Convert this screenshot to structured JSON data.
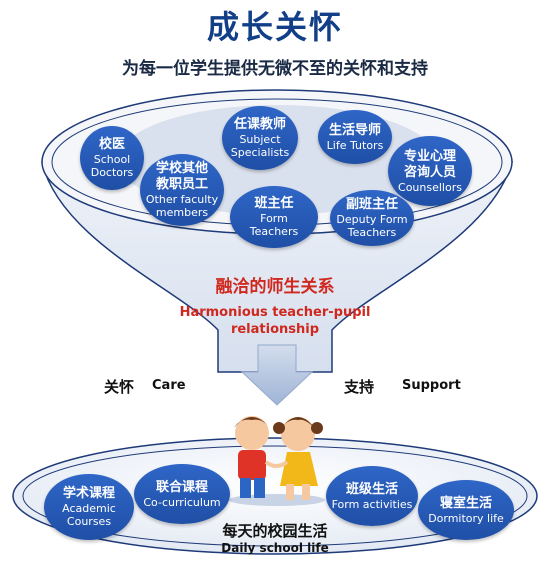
{
  "title": "成长关怀",
  "subtitle": "为每一位学生提供无微不至的关怀和支持",
  "funnel": {
    "roles": [
      {
        "zh": "校医",
        "en": "School\nDoctors"
      },
      {
        "zh": "学校其他\n教职员工",
        "en": "Other faculty\nmembers"
      },
      {
        "zh": "任课教师",
        "en": "Subject\nSpecialists"
      },
      {
        "zh": "生活导师",
        "en": "Life Tutors"
      },
      {
        "zh": "专业心理\n咨询人员",
        "en": "Counsellors"
      },
      {
        "zh": "班主任",
        "en": "Form\nTeachers"
      },
      {
        "zh": "副班主任",
        "en": "Deputy Form\nTeachers"
      }
    ],
    "relationship_zh": "融洽的师生关系",
    "relationship_en": "Harmonious teacher-pupil\nrelationship"
  },
  "care": {
    "zh": "关怀",
    "en": "Care"
  },
  "support": {
    "zh": "支持",
    "en": "Support"
  },
  "daily": {
    "items": [
      {
        "zh": "学术课程",
        "en": "Academic\nCourses"
      },
      {
        "zh": "联合课程",
        "en": "Co-curriculum"
      },
      {
        "zh": "班级生活",
        "en": "Form activities"
      },
      {
        "zh": "寝室生活",
        "en": "Dormitory life"
      }
    ],
    "label_zh": "每天的校园生活",
    "label_en": "Daily school life"
  },
  "colors": {
    "title": "#123f87",
    "bubble": "#1f4fa6",
    "highlight": "#d0281e",
    "funnel_fill": "#dbe3f0",
    "arrow": "#b5c5df"
  },
  "icons": [
    "funnel",
    "down-arrow",
    "children-holding-hands"
  ]
}
